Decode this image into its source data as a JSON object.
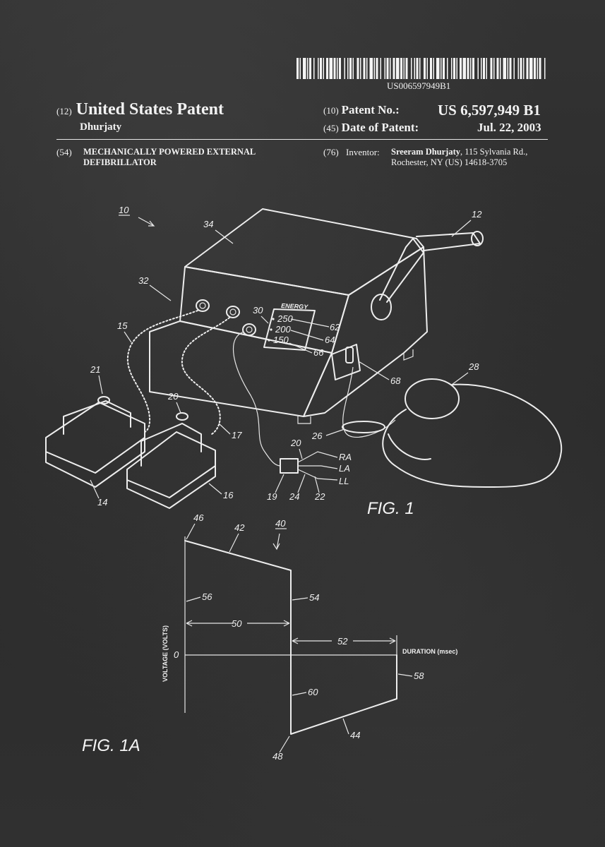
{
  "header": {
    "barcode_text": "US006597949B1",
    "code12": "(12)",
    "title": "United States Patent",
    "inventor_surname": "Dhurjaty",
    "code10": "(10)",
    "patent_no_label": "Patent No.:",
    "patent_no": "US 6,597,949 B1",
    "code45": "(45)",
    "date_label": "Date of Patent:",
    "date": "Jul. 22, 2003"
  },
  "details": {
    "code54": "(54)",
    "invention_title": "MECHANICALLY POWERED EXTERNAL DEFIBRILLATOR",
    "code76": "(76)",
    "inventor_label": "Inventor:",
    "inventor_name": "Sreeram Dhurjaty",
    "inventor_address_1": ", 115 Sylvania Rd.,",
    "inventor_address_2": "Rochester, NY (US) 14618-3705"
  },
  "fig1": {
    "caption": "FIG. 1",
    "device_label": "ENERGY",
    "energy_levels": [
      "250",
      "200",
      "150"
    ],
    "lead_labels": [
      "RA",
      "LA",
      "LL"
    ],
    "refs": [
      "10",
      "34",
      "12",
      "32",
      "30",
      "62",
      "64",
      "66",
      "15",
      "21",
      "68",
      "28",
      "20",
      "17",
      "26",
      "20",
      "14",
      "16",
      "19",
      "24",
      "22"
    ]
  },
  "fig1a": {
    "caption": "FIG. 1A",
    "y_axis_label": "VOLTAGE (VOLTS)",
    "x_axis_label": "DURATION (msec)",
    "zero_label": "0",
    "refs": [
      "46",
      "42",
      "40",
      "56",
      "54",
      "50",
      "52",
      "58",
      "60",
      "44",
      "48"
    ]
  }
}
